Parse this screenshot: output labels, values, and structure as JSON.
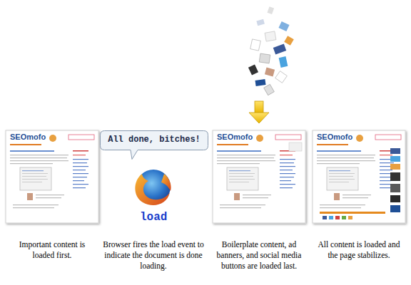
{
  "diagram": {
    "nodes": [
      {
        "text": [
          "All done, bitches!"
        ]
      }
    ],
    "labels": [
      "SEOmofo",
      "load",
      "SEOmofo",
      "SEOmofo",
      "Important content is loaded first.",
      "Browser fires the load event to indicate the document is done loading.",
      "Boilerplate content, ad banners, and social media buttons are loaded last.",
      "All content is loaded and the page stabilizes."
    ]
  }
}
